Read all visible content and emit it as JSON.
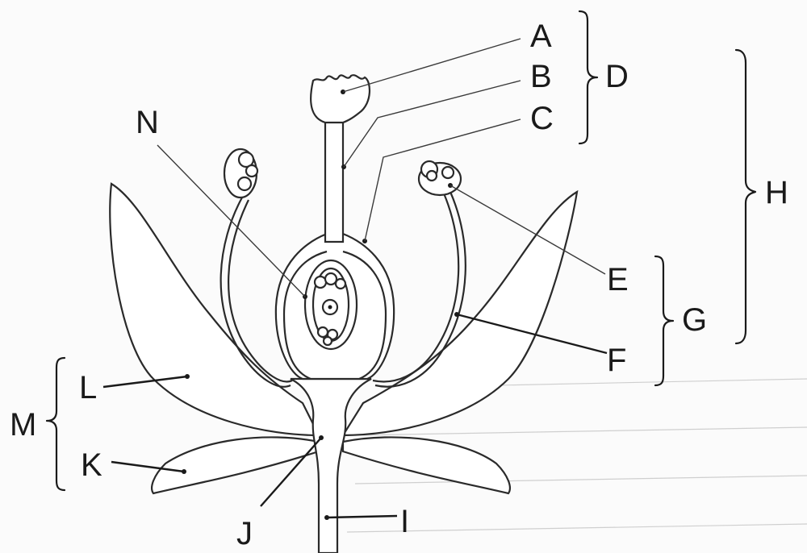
{
  "labels": {
    "A": "A",
    "B": "B",
    "C": "C",
    "D": "D",
    "E": "E",
    "F": "F",
    "G": "G",
    "H": "H",
    "I": "I",
    "J": "J",
    "K": "K",
    "L": "L",
    "M": "M",
    "N": "N"
  },
  "colors": {
    "line": "#2a2a2a",
    "background": "#fbfbfb"
  }
}
